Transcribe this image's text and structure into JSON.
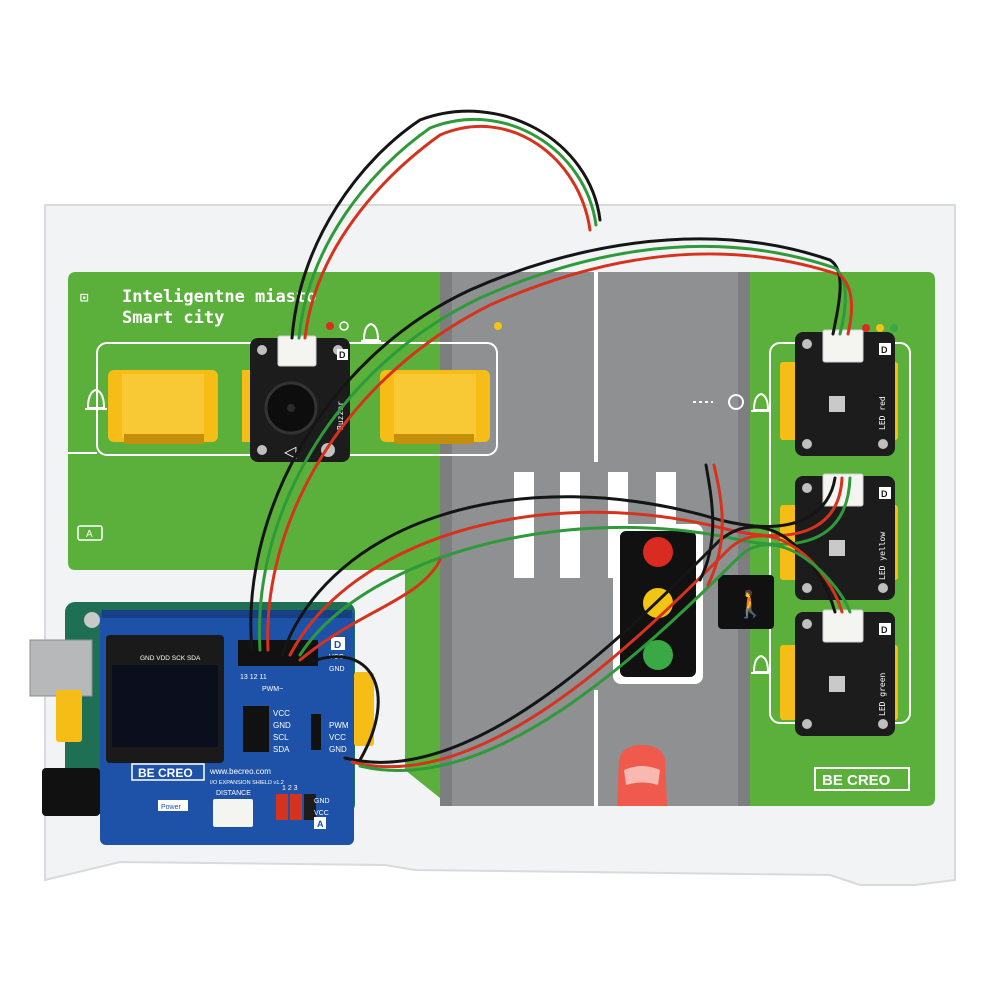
{
  "board": {
    "title_line1": "Inteligentne miasto",
    "title_line2": "Smart city",
    "brand": "BE CREO",
    "corner_label_a": "A"
  },
  "modules": {
    "buzzer": {
      "label": "Buzzer",
      "badge": "D"
    },
    "led_red": {
      "label": "LED red",
      "badge": "D"
    },
    "led_yellow": {
      "label": "LED yellow",
      "badge": "D"
    },
    "led_green": {
      "label": "LED green",
      "badge": "D"
    }
  },
  "shield": {
    "brand": "BE CREO",
    "url": "www.becreo.com",
    "subtitle": "I/O EXPANSION SHIELD v1.2",
    "oled_pins": "GND VDD SCK SDA",
    "i2c_pins": [
      "VCC",
      "GND",
      "SCL",
      "SDA"
    ],
    "servo_pins": [
      "PWM",
      "VCC",
      "GND"
    ],
    "d_pins": "13 12 11",
    "pwm_label": "PWM~",
    "power_label": "Power",
    "distance_label": "DISTANCE",
    "analog_nums": "1 2 3",
    "analog_pins": [
      "GND",
      "VCC"
    ],
    "a_badge": "A",
    "d_badge": "D",
    "header_vcc": "VCC",
    "header_gnd": "GND"
  },
  "colors": {
    "board_green": "#5bb03c",
    "road_gray": "#8f9091",
    "module_black": "#1c1c1c",
    "shield_blue": "#1e52a8",
    "clip_yellow": "#f6bd16",
    "wire_red": "#d6331f",
    "wire_green": "#2f9a3a",
    "wire_black": "#151515",
    "light_red": "#d92b22",
    "light_yellow": "#f2c514",
    "light_green": "#3aa845"
  }
}
